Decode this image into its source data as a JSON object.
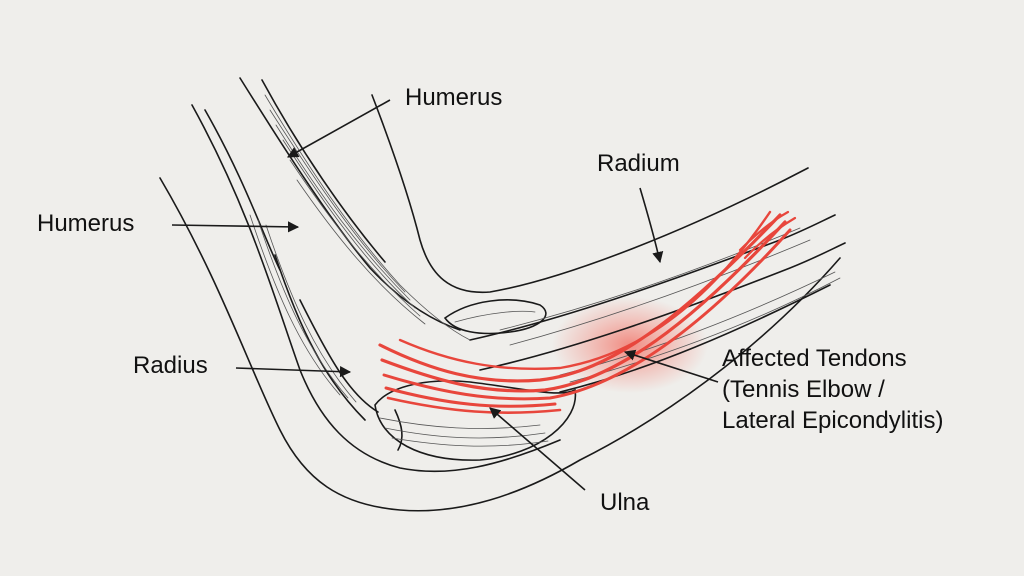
{
  "labels": {
    "humerus_top": "Humerus",
    "humerus_left": "Humerus",
    "radium": "Radium",
    "radius": "Radius",
    "ulna": "Ulna",
    "affected": [
      "Affected Tendons",
      "(Tennis Elbow /",
      "Lateral Epicondylitis)"
    ]
  },
  "colors": {
    "background": "#efeeeb",
    "ink": "#1a1a1a",
    "tendon": "#e8463c",
    "inflammation": "#f47a6e"
  }
}
